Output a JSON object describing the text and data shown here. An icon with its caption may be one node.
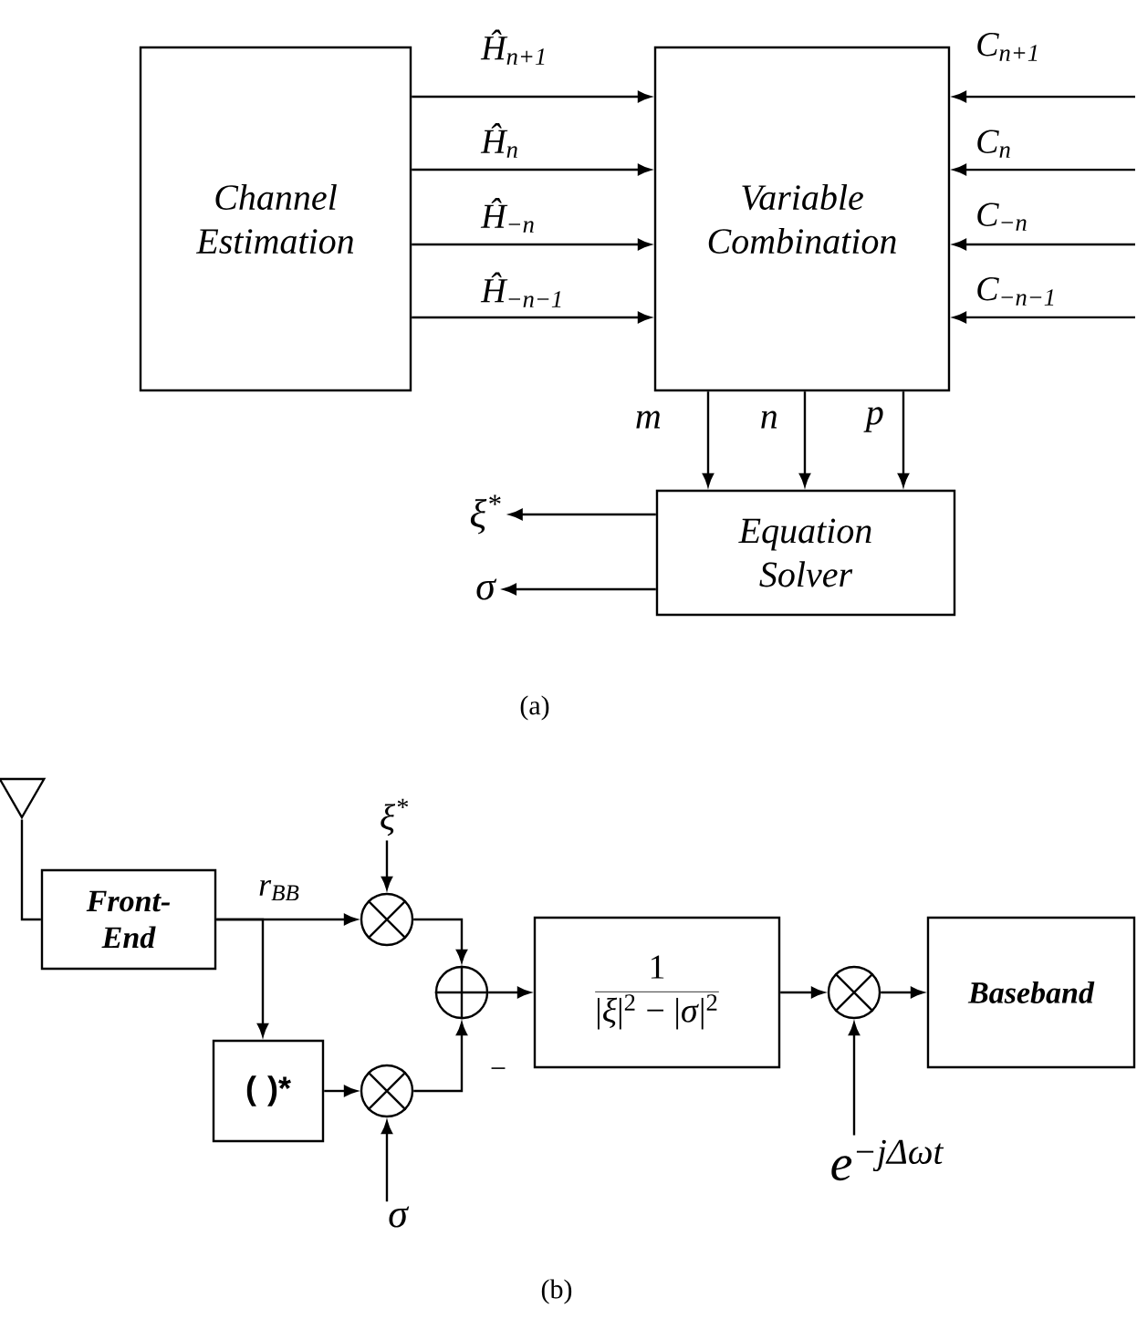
{
  "diagram": {
    "nodes": [
      {
        "text": [
          "Channel Estimation"
        ]
      },
      {
        "text": [
          "Variable Combination"
        ]
      },
      {
        "text": [
          "Equation Solver"
        ]
      },
      {
        "text": [
          "ξ$^{*}$"
        ]
      },
      {
        "text": [
          "σ"
        ]
      },
      {
        "text": [],
        "shape": "triangle"
      },
      {
        "text": [
          "Front-End"
        ]
      },
      {
        "text": [],
        "shape": "circle"
      },
      {
        "text": [
          "ξ$^{*}$"
        ]
      },
      {
        "text": [],
        "shape": "circle"
      },
      {
        "text": [
          "( )*"
        ]
      },
      {
        "text": [],
        "shape": "circle"
      },
      {
        "text": [
          "σ"
        ]
      },
      {
        "text": [
          "1",
          "|*ξ*|$^{2}$ − |*σ*|$^{2}$"
        ]
      },
      {
        "text": [],
        "shape": "circle"
      },
      {
        "text": [
          "e$^{−jΔωt}$"
        ]
      },
      {
        "text": [
          "Baseband"
        ]
      }
    ],
    "edges": [
      {
        "from": 0,
        "to": 1,
        "arrow": "to",
        "label": "Ĥ$_{n+1}$"
      },
      {
        "from": 0,
        "to": 1,
        "arrow": "to",
        "label": "Ĥ$_{n}$"
      },
      {
        "from": 0,
        "to": 1,
        "arrow": "to",
        "label": "Ĥ$_{−n}$"
      },
      {
        "from": 0,
        "to": 1,
        "arrow": "to",
        "label": "Ĥ$_{−n−1}$"
      },
      {
        "from": null,
        "to": 1,
        "arrow": "to",
        "label": "C$_{n+1}$"
      },
      {
        "from": null,
        "to": 1,
        "arrow": "to",
        "label": "C$_{n}$"
      },
      {
        "from": null,
        "to": 1,
        "arrow": "to",
        "label": "C$_{−n}$"
      },
      {
        "from": null,
        "to": 1,
        "arrow": "to",
        "label": "C$_{−n−1}$"
      },
      {
        "from": 1,
        "to": 2,
        "arrow": "to",
        "label": "m"
      },
      {
        "from": 1,
        "to": 2,
        "arrow": "to",
        "label": "n"
      },
      {
        "from": 1,
        "to": 2,
        "arrow": "to",
        "label": "p"
      },
      {
        "from": 2,
        "to": 3,
        "arrow": "to"
      },
      {
        "from": 2,
        "to": 4,
        "arrow": "to"
      },
      {
        "from": 5,
        "to": 6,
        "arrow": "none"
      },
      {
        "from": 6,
        "to": 7,
        "arrow": "to",
        "label": "r$_{BB}$"
      },
      {
        "from": 6,
        "to": 10,
        "arrow": "to"
      },
      {
        "from": 8,
        "to": 7,
        "arrow": "to"
      },
      {
        "from": 7,
        "to": 9,
        "arrow": "to"
      },
      {
        "from": 10,
        "to": 11,
        "arrow": "to"
      },
      {
        "from": 12,
        "to": 11,
        "arrow": "to"
      },
      {
        "from": 11,
        "to": 9,
        "arrow": "to"
      },
      {
        "from": 9,
        "to": 13,
        "arrow": "to"
      },
      {
        "from": 13,
        "to": 14,
        "arrow": "to"
      },
      {
        "from": 15,
        "to": 14,
        "arrow": "to"
      },
      {
        "from": 14,
        "to": 16,
        "arrow": "to"
      }
    ],
    "labels": [
      "(a)",
      "−",
      "(b)"
    ]
  }
}
